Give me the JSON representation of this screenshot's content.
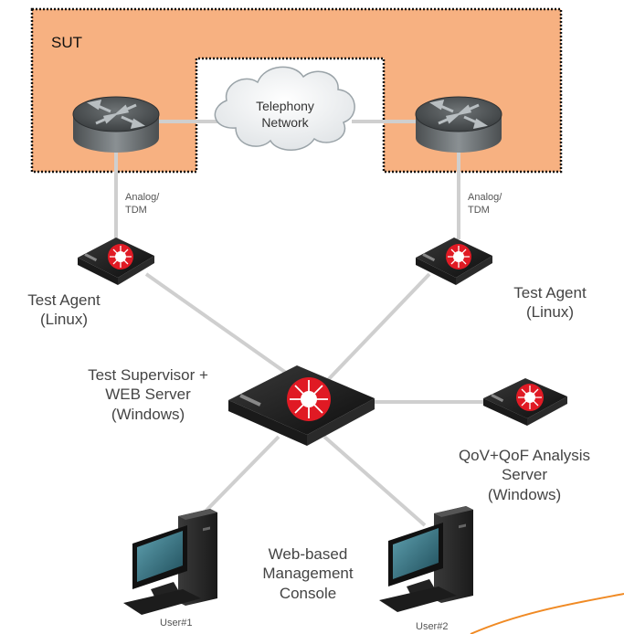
{
  "sut_label": "SUT",
  "cloud_label": [
    "Telephony",
    "Network"
  ],
  "link_left": [
    "Analog/",
    "TDM"
  ],
  "link_right": [
    "Analog/",
    "TDM"
  ],
  "agent_left": [
    "Test Agent",
    "(Linux)"
  ],
  "agent_right": [
    "Test Agent",
    "(Linux)"
  ],
  "supervisor": [
    "Test Supervisor +",
    "WEB Server",
    "(Windows)"
  ],
  "analysis": [
    "QoV+QoF Analysis",
    "Server",
    "(Windows)"
  ],
  "console": [
    "Web-based",
    "Management",
    "Console"
  ],
  "user1": "User#1",
  "user2": "User#2",
  "colors": {
    "sut_fill": "#f7b181",
    "link": "#cfcfcf",
    "device_red": "#e01a24",
    "router_body": "#5f6466",
    "accent_curve": "#f08a24"
  }
}
